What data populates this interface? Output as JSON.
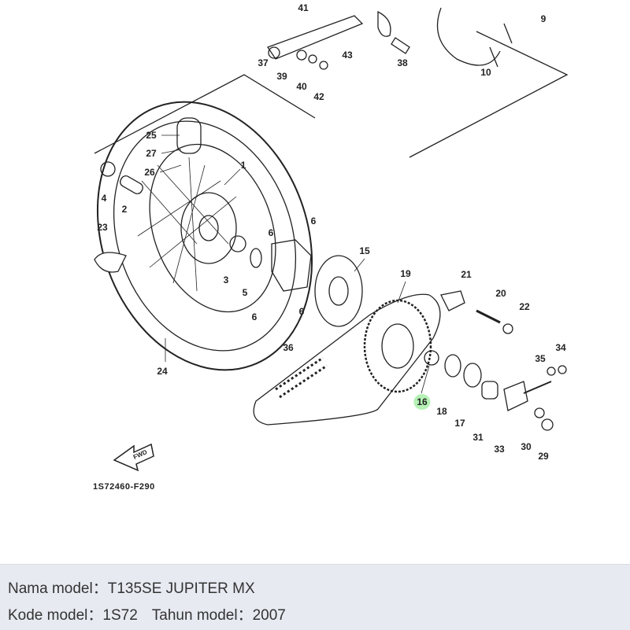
{
  "diagram": {
    "code": "1S72460-F290",
    "fwd_label": "FWD",
    "highlight_color": "#7fe07f",
    "labels": {
      "p41": "41",
      "p9": "9",
      "p37": "37",
      "p39": "39",
      "p40": "40",
      "p42": "42",
      "p43": "43",
      "p38": "38",
      "p10": "10",
      "p25": "25",
      "p27": "27",
      "p26": "26",
      "p1": "1",
      "p4": "4",
      "p2": "2",
      "p23": "23",
      "p6a": "6",
      "p6b": "6",
      "p6c": "6",
      "p6d": "6",
      "p5": "5",
      "p3": "3",
      "p15": "15",
      "p19": "19",
      "p21": "21",
      "p20": "20",
      "p22": "22",
      "p34": "34",
      "p35": "35",
      "p36": "36",
      "p24": "24",
      "p16": "16",
      "p18": "18",
      "p17": "17",
      "p31": "31",
      "p33": "33",
      "p30": "30",
      "p29": "29"
    }
  },
  "info": {
    "name_label": "Nama model",
    "name_value": "T135SE JUPITER MX",
    "code_label": "Kode model",
    "code_value": "1S72",
    "year_label": "Tahun model",
    "year_value": "2007",
    "separator": "："
  }
}
